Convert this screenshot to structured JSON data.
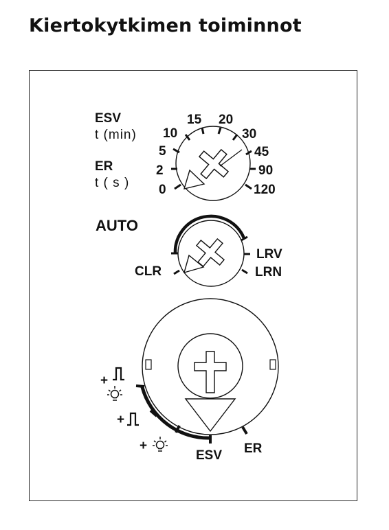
{
  "title": "Kiertokytkimen toiminnot",
  "dial_time": {
    "esv_label": "ESV",
    "esv_unit": "t (min)",
    "er_label": "ER",
    "er_unit": "t ( s )",
    "scale": [
      "0",
      "2",
      "5",
      "10",
      "15",
      "20",
      "30",
      "45",
      "90",
      "120"
    ]
  },
  "dial_mode": {
    "auto_label": "AUTO",
    "clr_label": "CLR",
    "lrv_label": "LRV",
    "lrn_label": "LRN"
  },
  "dial_func": {
    "esv_label": "ESV",
    "er_label": "ER",
    "plus": "+",
    "icons": [
      "pulse-lamp",
      "pulse",
      "lamp"
    ]
  }
}
